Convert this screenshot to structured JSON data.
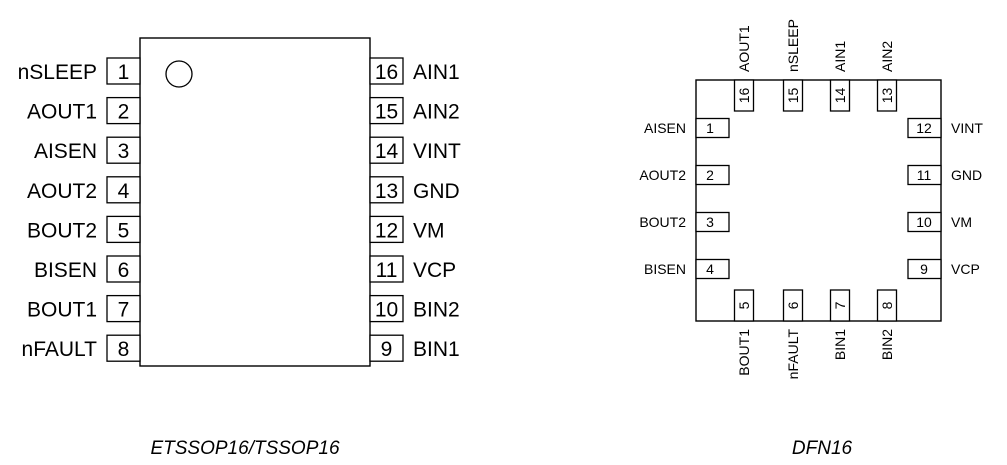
{
  "tssop": {
    "caption": "ETSSOP16/TSSOP16",
    "left_pins": [
      {
        "num": "1",
        "name": "nSLEEP"
      },
      {
        "num": "2",
        "name": "AOUT1"
      },
      {
        "num": "3",
        "name": "AISEN"
      },
      {
        "num": "4",
        "name": "AOUT2"
      },
      {
        "num": "5",
        "name": "BOUT2"
      },
      {
        "num": "6",
        "name": "BISEN"
      },
      {
        "num": "7",
        "name": "BOUT1"
      },
      {
        "num": "8",
        "name": "nFAULT"
      }
    ],
    "right_pins": [
      {
        "num": "16",
        "name": "AIN1"
      },
      {
        "num": "15",
        "name": "AIN2"
      },
      {
        "num": "14",
        "name": "VINT"
      },
      {
        "num": "13",
        "name": "GND"
      },
      {
        "num": "12",
        "name": "VM"
      },
      {
        "num": "11",
        "name": "VCP"
      },
      {
        "num": "10",
        "name": "BIN2"
      },
      {
        "num": "9",
        "name": "BIN1"
      }
    ]
  },
  "dfn": {
    "caption": "DFN16",
    "top_pins": [
      {
        "num": "16",
        "name": "AOUT1"
      },
      {
        "num": "15",
        "name": "nSLEEP"
      },
      {
        "num": "14",
        "name": "AIN1"
      },
      {
        "num": "13",
        "name": "AIN2"
      }
    ],
    "left_pins": [
      {
        "num": "1",
        "name": "AISEN"
      },
      {
        "num": "2",
        "name": "AOUT2"
      },
      {
        "num": "3",
        "name": "BOUT2"
      },
      {
        "num": "4",
        "name": "BISEN"
      }
    ],
    "right_pins": [
      {
        "num": "12",
        "name": "VINT"
      },
      {
        "num": "11",
        "name": "GND"
      },
      {
        "num": "10",
        "name": "VM"
      },
      {
        "num": "9",
        "name": "VCP"
      }
    ],
    "bottom_pins": [
      {
        "num": "5",
        "name": "BOUT1"
      },
      {
        "num": "6",
        "name": "nFAULT"
      },
      {
        "num": "7",
        "name": "BIN1"
      },
      {
        "num": "8",
        "name": "BIN2"
      }
    ]
  }
}
